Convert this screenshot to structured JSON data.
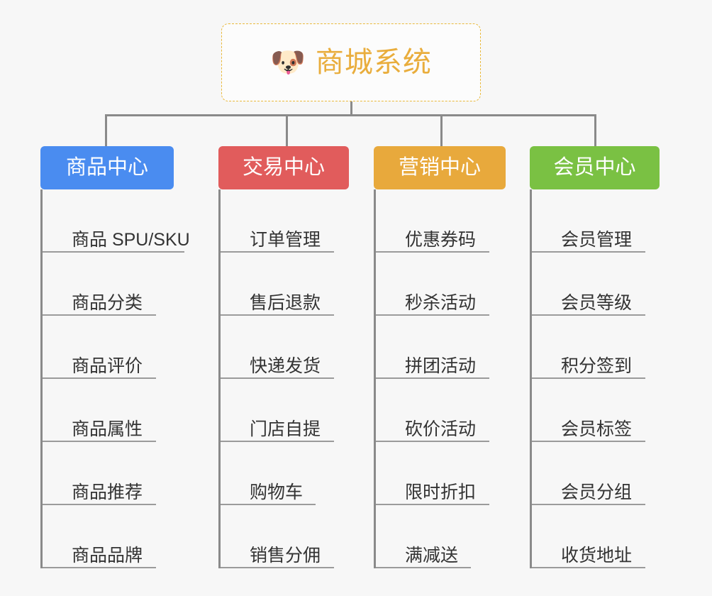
{
  "page": {
    "background_color": "#f7f7f7",
    "connector_color": "#8a8a8a"
  },
  "root": {
    "emoji": "🐶",
    "emoji_name": "dog-face-emoji",
    "title": "商城系统",
    "title_color": "#e9ad3c",
    "border_color": "#e9b93c",
    "background_color": "#fcfcfc"
  },
  "columns": [
    {
      "id": "product-center",
      "header": "商品中心",
      "color": "#4a8cf0",
      "items": [
        {
          "label": "商品 SPU/SKU",
          "underline_width": 200
        },
        {
          "label": "商品分类",
          "underline_width": 160
        },
        {
          "label": "商品评价",
          "underline_width": 160
        },
        {
          "label": "商品属性",
          "underline_width": 160
        },
        {
          "label": "商品推荐",
          "underline_width": 160
        },
        {
          "label": "商品品牌",
          "underline_width": 160
        }
      ]
    },
    {
      "id": "trade-center",
      "header": "交易中心",
      "color": "#e15c5c",
      "items": [
        {
          "label": "订单管理",
          "underline_width": 160
        },
        {
          "label": "售后退款",
          "underline_width": 160
        },
        {
          "label": "快递发货",
          "underline_width": 160
        },
        {
          "label": "门店自提",
          "underline_width": 160
        },
        {
          "label": "购物车",
          "underline_width": 134
        },
        {
          "label": "销售分佣",
          "underline_width": 160
        }
      ]
    },
    {
      "id": "marketing-center",
      "header": "营销中心",
      "color": "#e8a93c",
      "items": [
        {
          "label": "优惠券码",
          "underline_width": 160
        },
        {
          "label": "秒杀活动",
          "underline_width": 160
        },
        {
          "label": "拼团活动",
          "underline_width": 160
        },
        {
          "label": "砍价活动",
          "underline_width": 160
        },
        {
          "label": "限时折扣",
          "underline_width": 160
        },
        {
          "label": "满减送",
          "underline_width": 134
        }
      ]
    },
    {
      "id": "member-center",
      "header": "会员中心",
      "color": "#7ac143",
      "items": [
        {
          "label": "会员管理",
          "underline_width": 160
        },
        {
          "label": "会员等级",
          "underline_width": 160
        },
        {
          "label": "积分签到",
          "underline_width": 160
        },
        {
          "label": "会员标签",
          "underline_width": 160
        },
        {
          "label": "会员分组",
          "underline_width": 160
        },
        {
          "label": "收货地址",
          "underline_width": 160
        }
      ]
    }
  ]
}
